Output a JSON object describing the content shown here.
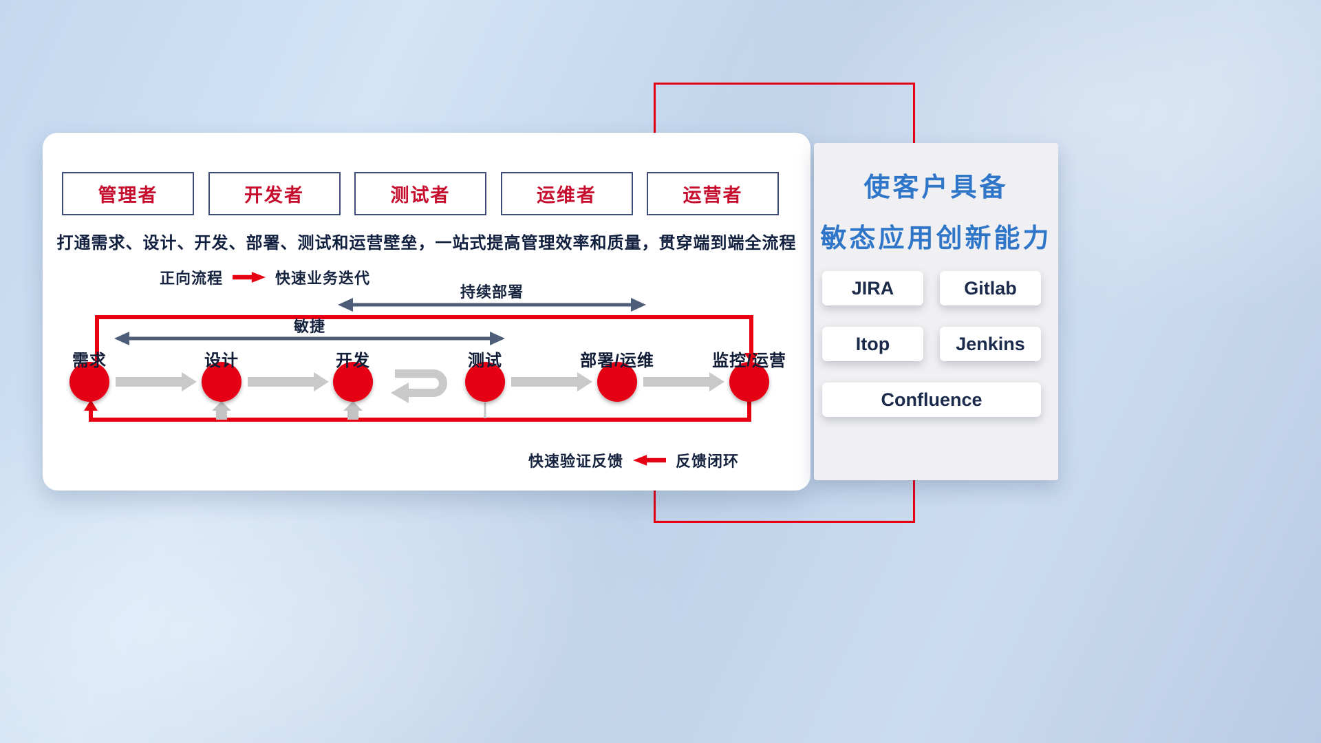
{
  "colors": {
    "accent_red": "#e60012",
    "role_text_red": "#c60d2e",
    "navy_text": "#111f3e",
    "slate_arrow": "#4e5d78",
    "gray_arrow": "#c9c9c9",
    "title_blue": "#2f76c9"
  },
  "roles": [
    {
      "label": "管理者"
    },
    {
      "label": "开发者"
    },
    {
      "label": "测试者"
    },
    {
      "label": "运维者"
    },
    {
      "label": "运营者"
    }
  ],
  "subtitle": "打通需求、设计、开发、部署、测试和运营壁垒，一站式提高管理效率和质量，贯穿端到端全流程",
  "legend_forward": {
    "label": "正向流程",
    "desc": "快速业务迭代"
  },
  "span_arrows": {
    "agile": "敏捷",
    "continuous_deploy": "持续部署"
  },
  "stages": [
    "需求",
    "设计",
    "开发",
    "测试",
    "部署/运维",
    "监控/运营"
  ],
  "legend_feedback": {
    "desc": "快速验证反馈",
    "label": "反馈闭环"
  },
  "right_panel": {
    "title_line1": "使客户具备",
    "title_line2": "敏态应用创新能力",
    "tools": [
      "JIRA",
      "Gitlab",
      "Itop",
      "Jenkins",
      "Confluence"
    ]
  }
}
